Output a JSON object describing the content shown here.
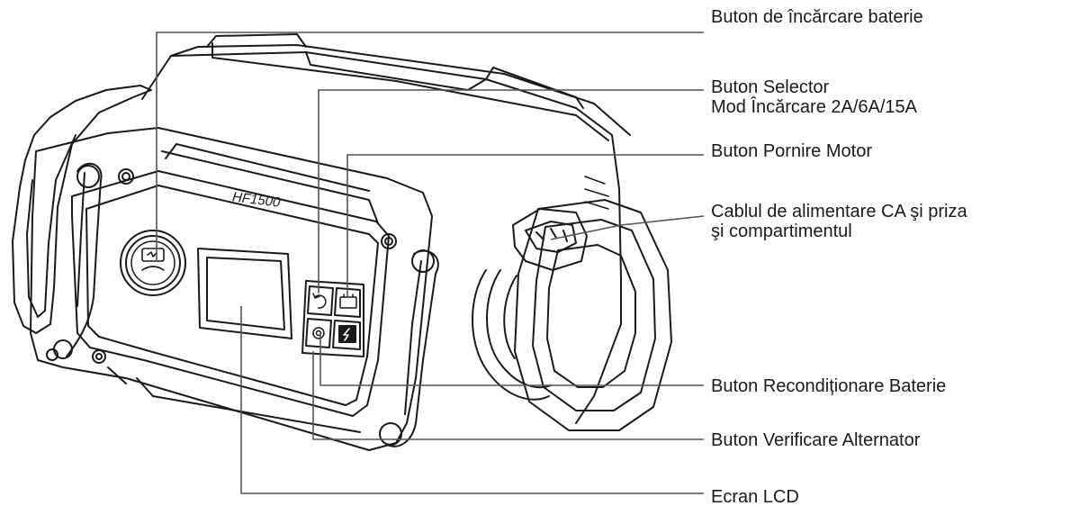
{
  "device": {
    "model_label": "HF1500"
  },
  "callouts": [
    {
      "id": "charge",
      "lines": [
        "Buton de încărcare baterie"
      ]
    },
    {
      "id": "selector",
      "lines": [
        "Buton Selector",
        "Mod Încărcare 2A/6A/15A"
      ]
    },
    {
      "id": "engine-start",
      "lines": [
        "Buton  Pornire Motor"
      ]
    },
    {
      "id": "ac-cable",
      "lines": [
        "Cablul de alimentare CA şi priza",
        "şi compartimentul"
      ]
    },
    {
      "id": "recondition",
      "lines": [
        "Buton Recondiționare Baterie"
      ]
    },
    {
      "id": "alternator",
      "lines": [
        "Buton Verificare Alternator"
      ]
    },
    {
      "id": "lcd",
      "lines": [
        "Ecran LCD"
      ]
    }
  ],
  "icons": [
    "charge-icon",
    "refresh-icon",
    "battery-icon",
    "gear-icon",
    "lightning-icon"
  ],
  "colors": {
    "line": "#555555",
    "outline": "#1a1a1a"
  }
}
